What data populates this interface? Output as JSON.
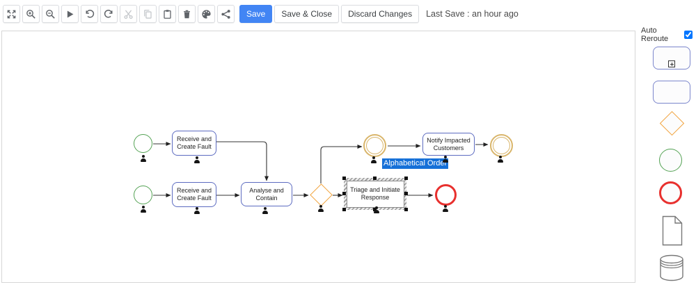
{
  "toolbar": {
    "icons": [
      "fit-screen",
      "zoom-in",
      "zoom-out",
      "run",
      "undo",
      "redo",
      "cut",
      "copy",
      "paste",
      "delete",
      "style-palette",
      "share"
    ],
    "disabled_icons": [
      "cut",
      "copy"
    ],
    "save_label": "Save",
    "save_and_close_label": "Save & Close",
    "discard_label": "Discard Changes",
    "last_save_text": "Last Save : an hour ago"
  },
  "side_panel": {
    "auto_reroute_label": "Auto Reroute",
    "auto_reroute_checked": true,
    "shapes": [
      "subprocess",
      "task",
      "gateway",
      "start-event",
      "end-event",
      "document",
      "data-store"
    ]
  },
  "diagram": {
    "tasks": [
      {
        "label": "Receive and Create Fault"
      },
      {
        "label": "Receive and Create Fault"
      },
      {
        "label": "Analyse and Contain"
      },
      {
        "label": "Triage and Initiate Response",
        "selected": true
      },
      {
        "label": "Notify Impacted Customers"
      }
    ],
    "edge_label": {
      "text": "Alphabetical Order",
      "highlighted": true
    }
  },
  "colors": {
    "accent": "#4285f4",
    "task_border": "#5c6bc0",
    "gateway_border": "#f2a33c",
    "start_event_border": "#54a254",
    "intermediate_event_border": "#d9b56a",
    "end_event_border": "#e8302e",
    "edge": "#333333",
    "label_highlight_bg": "#1670d8"
  }
}
